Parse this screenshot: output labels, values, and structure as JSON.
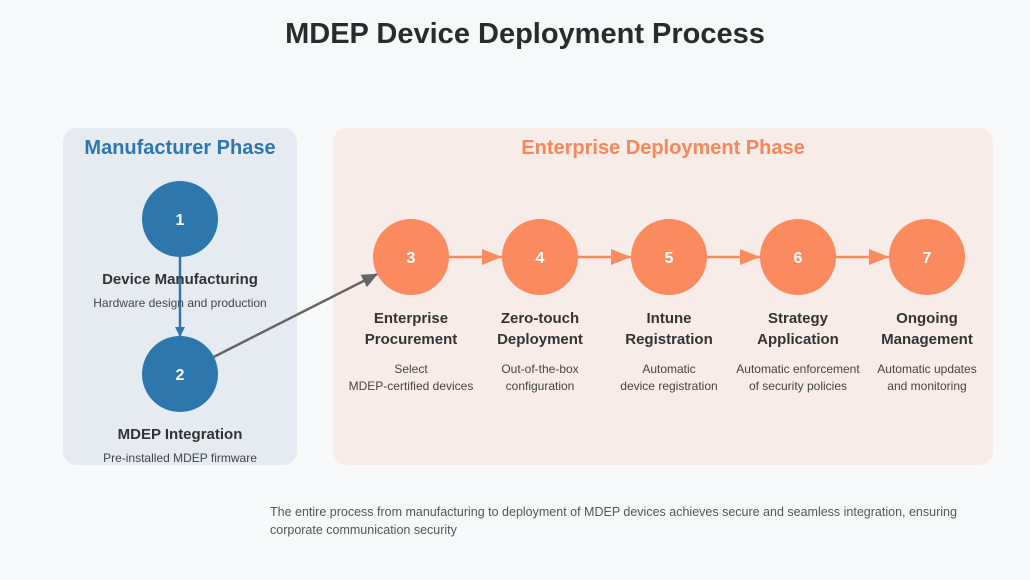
{
  "title": "MDEP Device Deployment Process",
  "colors": {
    "manufacturer": "#2d77ad",
    "enterprise": "#fb8a5e",
    "connector": "#666666"
  },
  "phases": [
    {
      "id": "manufacturer",
      "title": "Manufacturer Phase"
    },
    {
      "id": "enterprise",
      "title": "Enterprise Deployment Phase"
    }
  ],
  "steps": [
    {
      "number": "1",
      "phase": "manufacturer",
      "label": [
        "Device Manufacturing"
      ],
      "desc": [
        "Hardware design and production"
      ]
    },
    {
      "number": "2",
      "phase": "manufacturer",
      "label": [
        "MDEP Integration"
      ],
      "desc": [
        "Pre-installed MDEP firmware"
      ]
    },
    {
      "number": "3",
      "phase": "enterprise",
      "label": [
        "Enterprise",
        "Procurement"
      ],
      "desc": [
        "Select",
        "MDEP-certified devices"
      ]
    },
    {
      "number": "4",
      "phase": "enterprise",
      "label": [
        "Zero-touch",
        "Deployment"
      ],
      "desc": [
        "Out-of-the-box",
        "configuration"
      ]
    },
    {
      "number": "5",
      "phase": "enterprise",
      "label": [
        "Intune",
        "Registration"
      ],
      "desc": [
        "Automatic",
        "device registration"
      ]
    },
    {
      "number": "6",
      "phase": "enterprise",
      "label": [
        "Strategy",
        "Application"
      ],
      "desc": [
        "Automatic enforcement",
        "of security policies"
      ]
    },
    {
      "number": "7",
      "phase": "enterprise",
      "label": [
        "Ongoing",
        "Management"
      ],
      "desc": [
        "Automatic updates",
        "and monitoring"
      ]
    }
  ],
  "connections": [
    {
      "from": "1",
      "to": "2"
    },
    {
      "from": "2",
      "to": "3"
    },
    {
      "from": "3",
      "to": "4"
    },
    {
      "from": "4",
      "to": "5"
    },
    {
      "from": "5",
      "to": "6"
    },
    {
      "from": "6",
      "to": "7"
    }
  ],
  "footer": "The entire process from manufacturing to deployment of MDEP devices achieves secure and seamless integration, ensuring corporate communication security"
}
